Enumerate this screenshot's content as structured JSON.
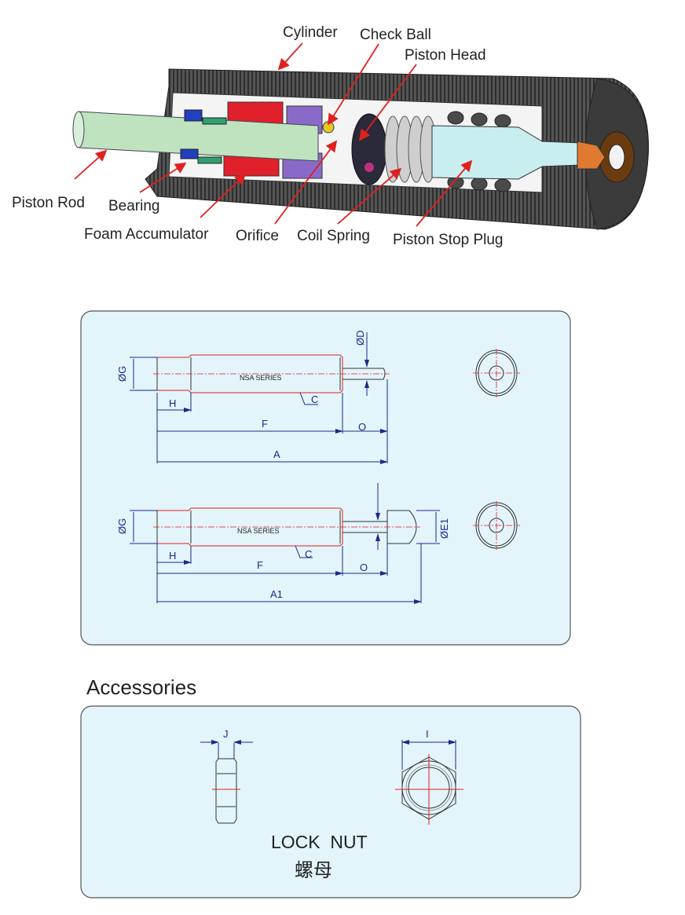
{
  "cutaway": {
    "labels": {
      "cylinder": "Cylinder",
      "check_ball": "Check Ball",
      "piston_head": "Piston Head",
      "piston_rod": "Piston Rod",
      "bearing": "Bearing",
      "foam_accumulator": "Foam Accumulator",
      "orifice": "Orifice",
      "coil_spring": "Coil Spring",
      "piston_stop_plug": "Piston Stop Plug"
    },
    "colors": {
      "arrow": "#e02020",
      "rod": "#bfe3bf",
      "body": "#4a4a4a",
      "accumulator": "#e0202a"
    }
  },
  "drawing": {
    "series_label": "NSA SERIES",
    "dims": {
      "G": "ØG",
      "D": "ØD",
      "E1": "ØE1",
      "H": "H",
      "C": "C",
      "F": "F",
      "O": "O",
      "A": "A",
      "A1": "A1"
    }
  },
  "accessories": {
    "heading": "Accessories",
    "dims": {
      "J": "J",
      "I": "I"
    },
    "name_en": "LOCK  NUT",
    "name_zh": "螺母"
  }
}
